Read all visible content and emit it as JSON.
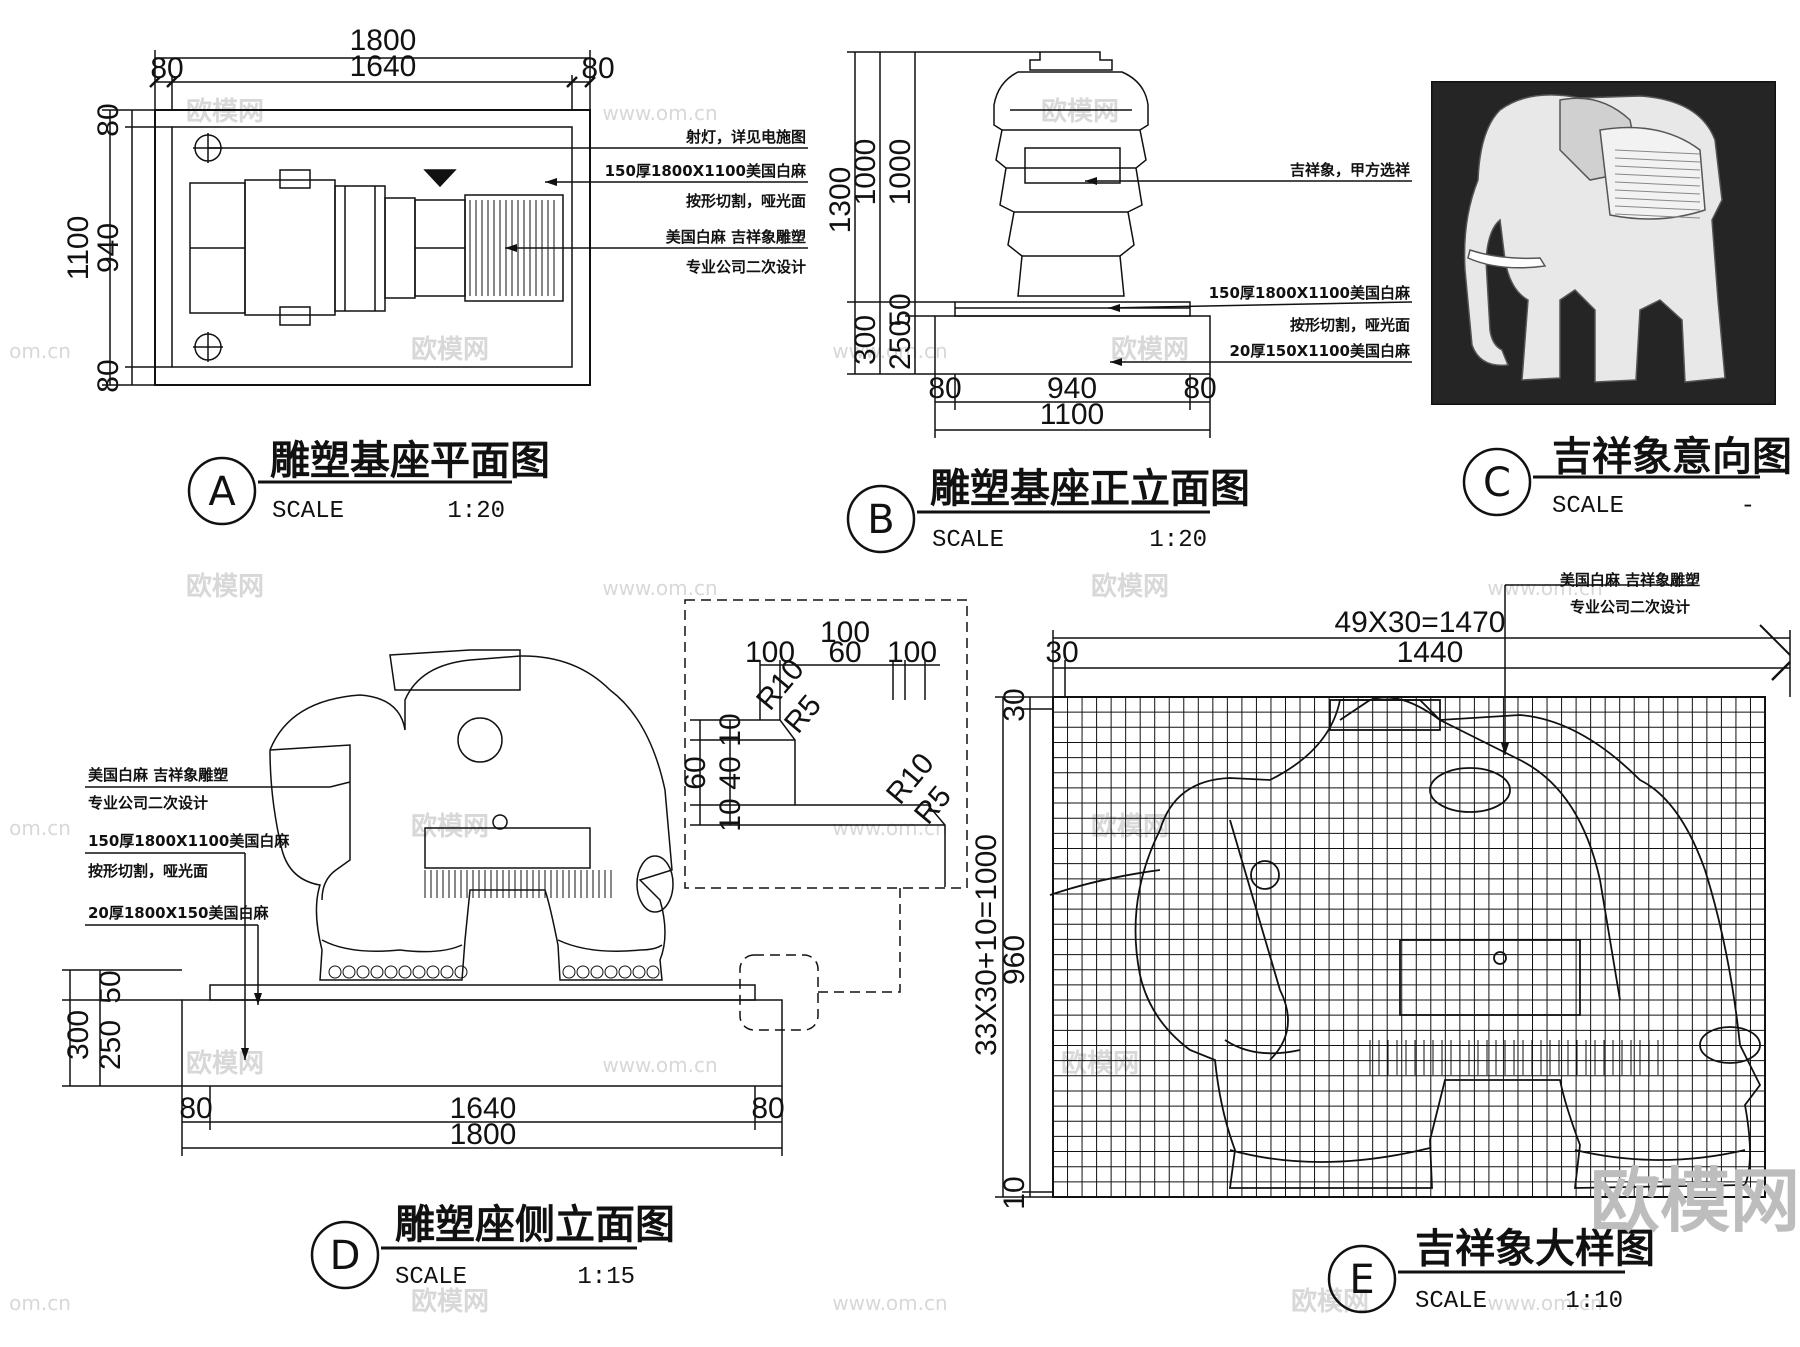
{
  "plan_a": {
    "dims_top": {
      "overall": "1800",
      "inner": "1640",
      "left": "80",
      "right": "80"
    },
    "dims_left": {
      "overall": "1100",
      "inner": "940",
      "top": "80",
      "bottom": "80"
    },
    "notes": [
      "射灯，详见电施图",
      "150厚1800X1100美国白麻",
      "按形切割，哑光面",
      "美国白麻 吉祥象雕塑",
      "专业公司二次设计"
    ],
    "title": {
      "letter": "A",
      "name": "雕塑基座平面图",
      "scale_label": "SCALE",
      "scale": "1:20"
    }
  },
  "elev_b": {
    "dims_left": {
      "total": "1300",
      "upper_outer": "1000",
      "upper_inner": "1000",
      "lower_total": "300",
      "lower_a": "250",
      "lower_b": "50"
    },
    "dims_bottom": {
      "left": "80",
      "center": "940",
      "right": "80",
      "overall": "1100"
    },
    "notes": [
      "吉祥象，甲方选祥",
      "150厚1800X1100美国白麻",
      "按形切割，哑光面",
      "20厚150X1100美国白麻"
    ],
    "title": {
      "letter": "B",
      "name": "雕塑基座正立面图",
      "scale_label": "SCALE",
      "scale": "1:20"
    }
  },
  "photo_c": {
    "title": {
      "letter": "C",
      "name": "吉祥象意向图",
      "scale_label": "SCALE",
      "scale": "-"
    }
  },
  "side_d": {
    "notes": [
      "美国白麻 吉祥象雕塑",
      "专业公司二次设计",
      "150厚1800X1100美国白麻",
      "按形切割，哑光面",
      "20厚1800X150美国白麻"
    ],
    "dims_left": {
      "total": "300",
      "a": "250",
      "b": "50"
    },
    "dims_bottom": {
      "left": "80",
      "inner": "1640",
      "right": "80",
      "overall": "1800"
    },
    "detail": {
      "top": "100",
      "d1": "100",
      "d2": "60",
      "d3": "100",
      "r10a": "R10",
      "r5a": "R5",
      "r10b": "R10",
      "r5b": "R5",
      "v1": "10",
      "v2": "40",
      "v3": "10",
      "vtotal": "60"
    },
    "title": {
      "letter": "D",
      "name": "雕塑座侧立面图",
      "scale_label": "SCALE",
      "scale": "1:15"
    }
  },
  "grid_e": {
    "notes": [
      "美国白麻 吉祥象雕塑",
      "专业公司二次设计"
    ],
    "dims_top": {
      "formula": "49X30=1470",
      "margin": "30",
      "inner": "1440"
    },
    "dims_left": {
      "formula": "33X30+10=1000",
      "inner": "960",
      "top": "30",
      "bottom": "10"
    },
    "title": {
      "letter": "E",
      "name": "吉祥象大样图",
      "scale_label": "SCALE",
      "scale": "1:10"
    }
  },
  "watermark": {
    "logo": "欧模网",
    "url": "www.om.cn",
    "url_short": "om.cn"
  }
}
